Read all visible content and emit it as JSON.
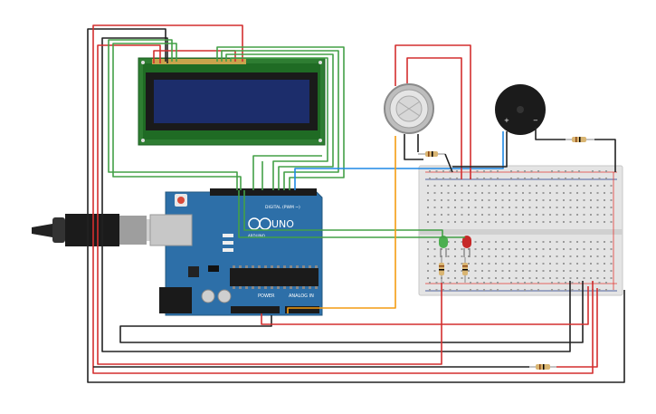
{
  "canvas": {
    "background": "#ffffff"
  },
  "arduino": {
    "brand_label": "UNO",
    "logo_text": "ARDUINO",
    "digital_label": "DIGITAL (PWM ~)",
    "power_label": "POWER",
    "analog_label": "ANALOG IN",
    "board_color": "#2d6fa8"
  },
  "components": {
    "lcd": "lcd-16x2",
    "gas_sensor": "gas-sensor",
    "buzzer": "piezo-buzzer",
    "led_green": "#4caf50",
    "led_red": "#c62828",
    "usb_cable": "usb-cable"
  },
  "wire_colors": {
    "black": "#222222",
    "red": "#d32f2f",
    "green": "#43a047",
    "blue": "#1e88e5",
    "orange": "#f39c12"
  }
}
